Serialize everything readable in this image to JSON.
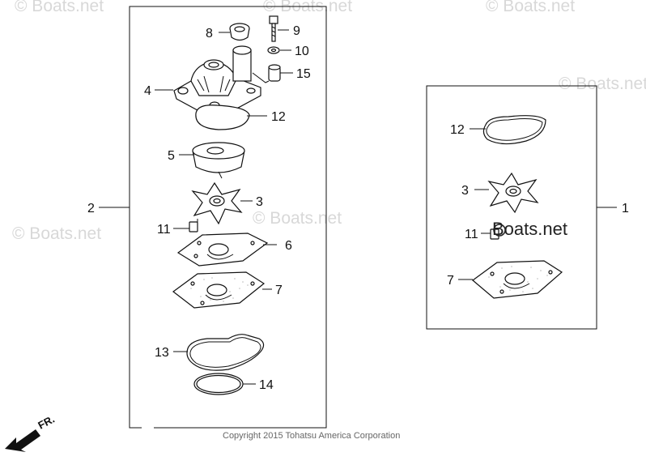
{
  "watermark_text": "© Boats.net",
  "watermark_center_text": "Boats.net",
  "copyright": "Copyright 2015 Tohatsu America Corporation",
  "direction_label": "FR.",
  "callouts": {
    "c1": "1",
    "c2": "2",
    "c3": "3",
    "c3b": "3",
    "c4": "4",
    "c5": "5",
    "c6": "6",
    "c7": "7",
    "c7b": "7",
    "c8": "8",
    "c9": "9",
    "c10": "10",
    "c11": "11",
    "c11b": "11",
    "c12": "12",
    "c12b": "12",
    "c13": "13",
    "c14": "14",
    "c15": "15"
  }
}
